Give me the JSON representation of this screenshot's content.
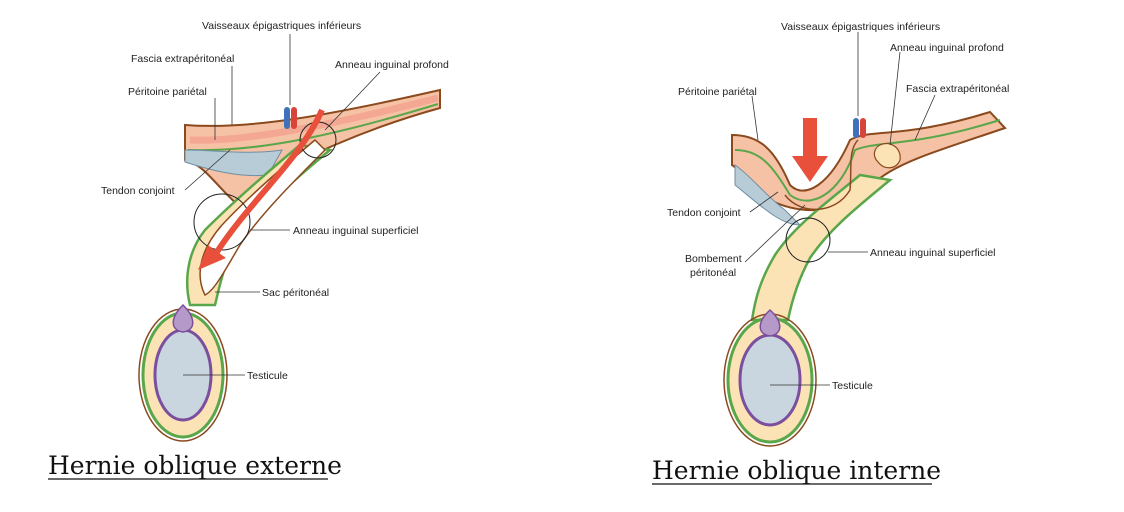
{
  "left_panel": {
    "caption": "Hernie oblique externe",
    "labels": {
      "epigastric_vessels": "Vaisseaux épigastriques inférieurs",
      "extraperitoneal_fascia": "Fascia extrapéritonéal",
      "deep_ring": "Anneau inguinal profond",
      "parietal_peritoneum": "Péritoine pariétal",
      "conjoint_tendon": "Tendon conjoint",
      "superficial_ring": "Anneau inguinal superficiel",
      "peritoneal_sac": "Sac péritonéal",
      "testis": "Testicule"
    }
  },
  "right_panel": {
    "caption": "Hernie oblique interne",
    "labels": {
      "epigastric_vessels": "Vaisseaux épigastriques inférieurs",
      "deep_ring": "Anneau inguinal profond",
      "parietal_peritoneum": "Péritoine pariétal",
      "extraperitoneal_fascia": "Fascia extrapéritonéal",
      "conjoint_tendon": "Tendon conjoint",
      "bulge_line1": "Bombement",
      "bulge_line2": "péritonéal",
      "superficial_ring": "Anneau inguinal superficiel",
      "testis": "Testicule"
    }
  },
  "colors": {
    "skin": "#f4a894",
    "muscle": "#f6c2a6",
    "tissue": "#fbe3b6",
    "green_layer": "#5aa64a",
    "brown_layer": "#8b4a1e",
    "purple_layer": "#7b4f9e",
    "conjoint": "#b8ccd8",
    "arrow": "#e8503c",
    "vein": "#3f72b8",
    "artery": "#d8443a",
    "testis": "#c9d6df"
  }
}
